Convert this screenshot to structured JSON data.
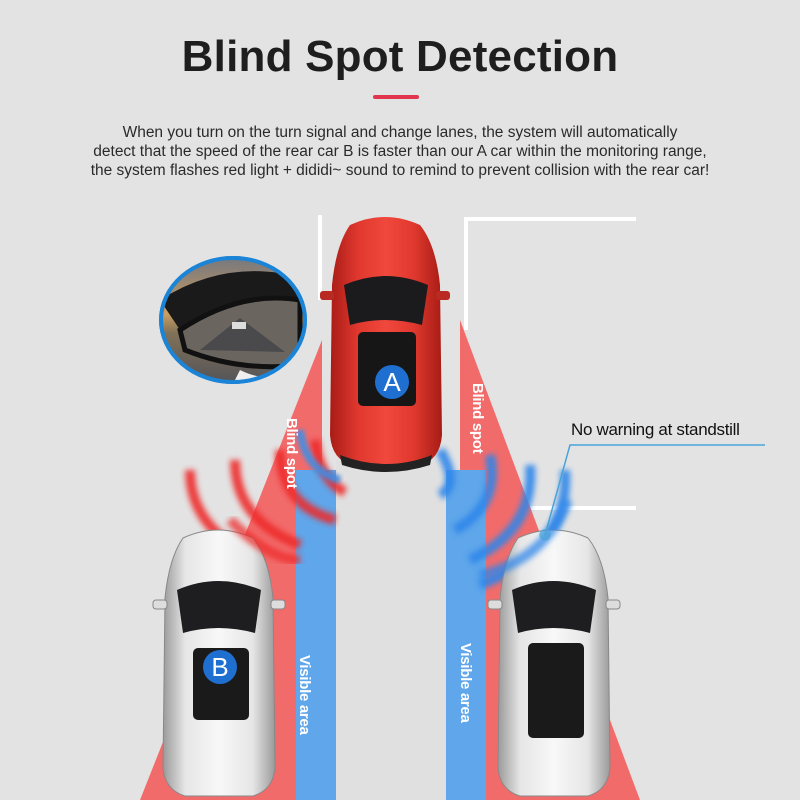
{
  "header": {
    "title": "Blind Spot Detection",
    "accent_color": "#e0354d"
  },
  "description": {
    "lines": [
      "When you turn on the turn signal and change lanes, the system will automatically",
      "detect that the speed of the rear car B is faster than our A car within the monitoring range,",
      "the system flashes red light + dididi~ sound to remind to prevent collision with the rear car!"
    ]
  },
  "diagram": {
    "cars": [
      {
        "id": "A",
        "label": "A",
        "color": "red",
        "position": "front-center"
      },
      {
        "id": "B",
        "label": "B",
        "color": "silver",
        "position": "rear-left"
      },
      {
        "id": "C",
        "label": "",
        "color": "silver",
        "position": "rear-right"
      }
    ],
    "zones": {
      "blind_spot_left": "Blind spot",
      "blind_spot_right": "Blind spot",
      "visible_area_left": "Visible area",
      "visible_area_right": "Visible area"
    },
    "callout": "No warning at standstill",
    "mirror_inset": "side-mirror-view",
    "colors": {
      "blind_spot": "#f26b6b",
      "visible_area": "#5fa6ea",
      "badge": "#1f6fd1",
      "car_a": "#d8312a",
      "car_silver": "#d9d9d9",
      "callout_line": "#4aa3d9"
    }
  }
}
